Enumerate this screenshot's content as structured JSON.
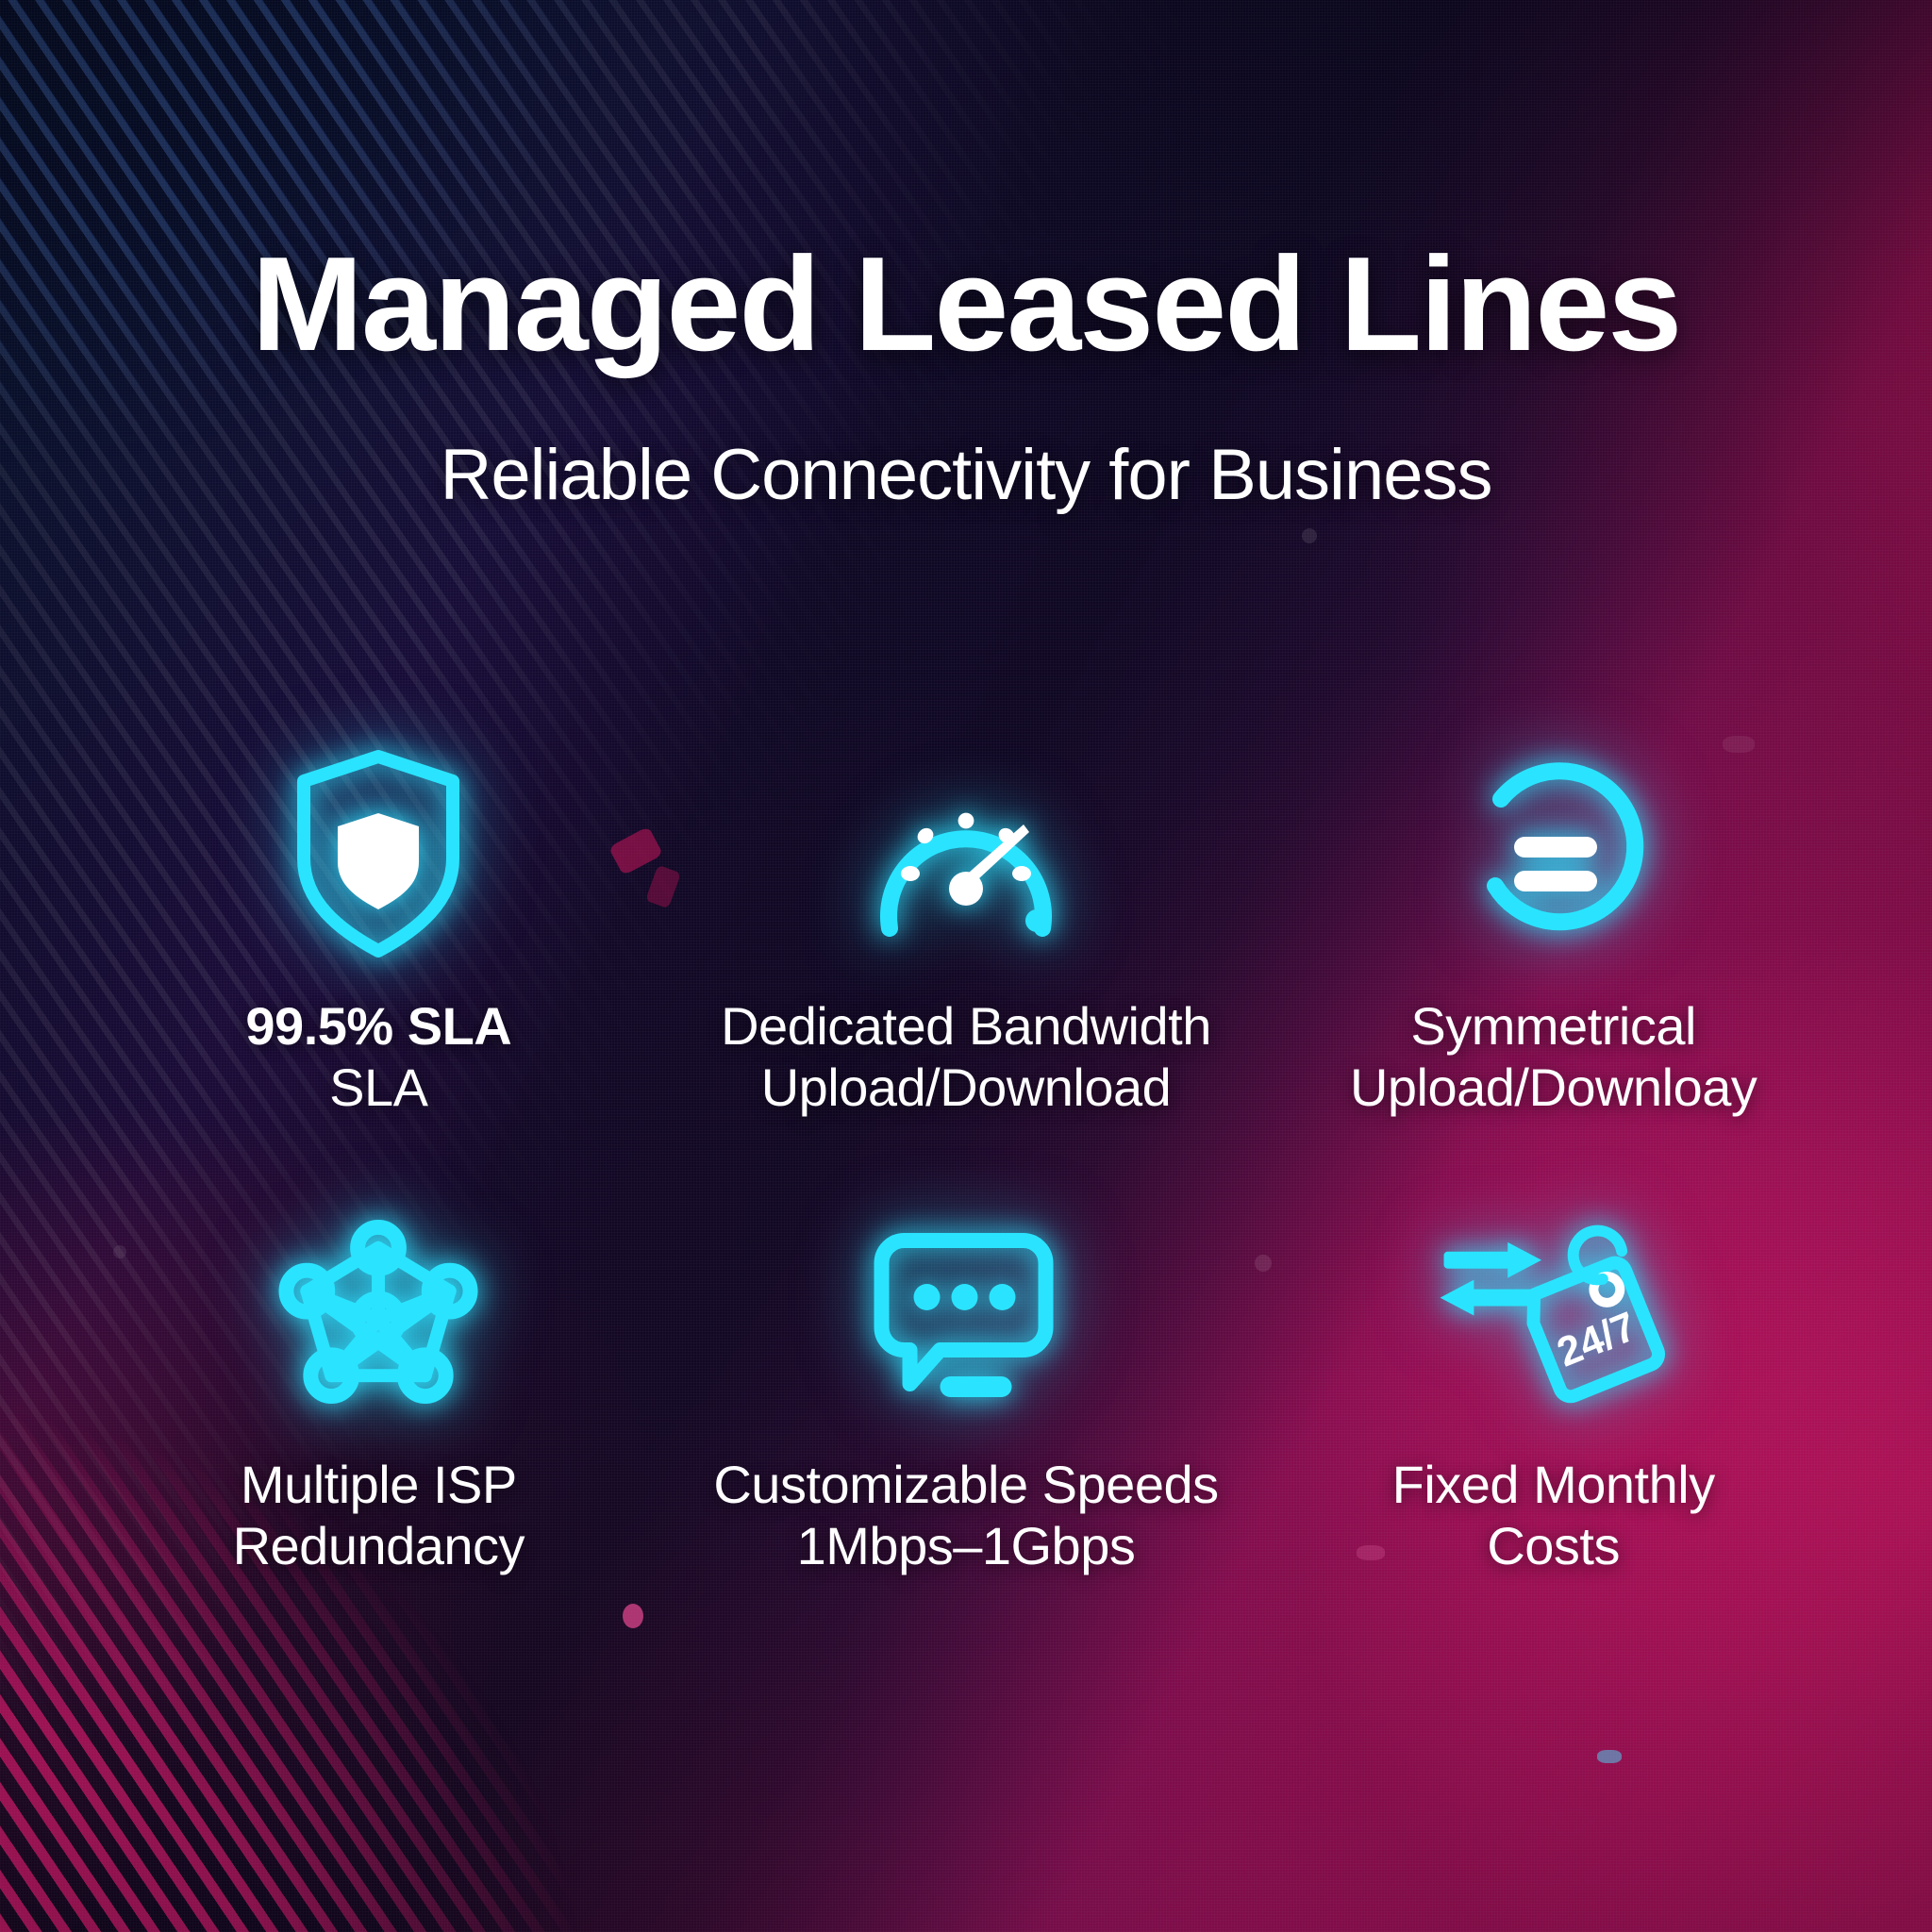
{
  "header": {
    "title": "Managed Leased Lines",
    "subtitle": "Reliable Connectivity for Business"
  },
  "theme": {
    "accent_cyan": "#2ae4ff",
    "text_white": "#ffffff",
    "bg_navy": "#08122e",
    "bg_magenta": "#c71575",
    "bg_pink_stripe": "#ff1c82"
  },
  "features": [
    {
      "icon": "shield-icon",
      "line1": "99.5% SLA",
      "line2": "SLA",
      "bold_line1": true
    },
    {
      "icon": "speedometer-icon",
      "line1": "Dedicated Bandwidth",
      "line2": "Upload/Download",
      "bold_line1": false
    },
    {
      "icon": "equals-circle-icon",
      "line1": "Symmetrical",
      "line2": "Upload/Downloay",
      "bold_line1": false
    },
    {
      "icon": "mesh-network-icon",
      "line1": "Multiple ISP",
      "line2": "Redundancy",
      "bold_line1": false
    },
    {
      "icon": "chat-bubble-icon",
      "line1": "Customizable Speeds",
      "line2": "1Mbps–1Gbps",
      "bold_line1": false
    },
    {
      "icon": "price-tag-arrows-icon",
      "line1": "Fixed Monthly",
      "line2": "Costs",
      "bold_line1": false,
      "tag_text": "24/7"
    }
  ]
}
